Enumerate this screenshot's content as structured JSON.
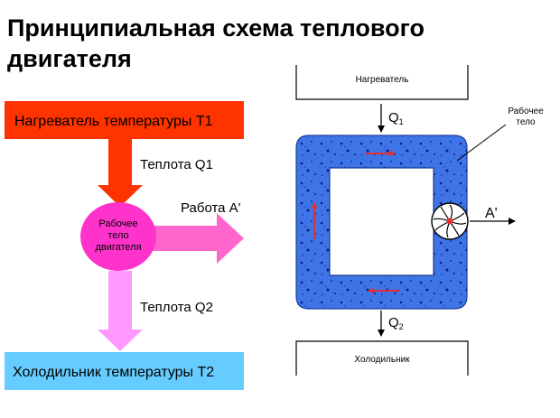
{
  "title": {
    "line1": "Принципиальная схема теплового",
    "line2": "двигателя"
  },
  "left_scheme": {
    "heater_label": "Нагреватель температуры T1",
    "heat_in_label": "Теплота Q1",
    "body_line1": "Рабочее",
    "body_line2": "тело",
    "body_line3": "двигателя",
    "work_label": "Работа A'",
    "heat_out_label": "Теплота Q2",
    "cooler_label": "Холодильник температуры T2"
  },
  "right_scheme": {
    "heater_label": "Нагреватель",
    "q1_label": "Q",
    "q1_sub": "1",
    "body_line1": "Рабочее",
    "body_line2": "тело",
    "work_label": "A'",
    "q2_label": "Q",
    "q2_sub": "2",
    "cooler_label": "Холодильник"
  },
  "colors": {
    "heater": "#ff3300",
    "heat_arrow": "#ff3300",
    "working_body": "#ff33cc",
    "work_arrow": "#ff66cc",
    "cooling_arrow": "#ff99ff",
    "cooler": "#66ccff",
    "body_fill": "#3f74e6",
    "flow_arrow": "#e03030"
  }
}
